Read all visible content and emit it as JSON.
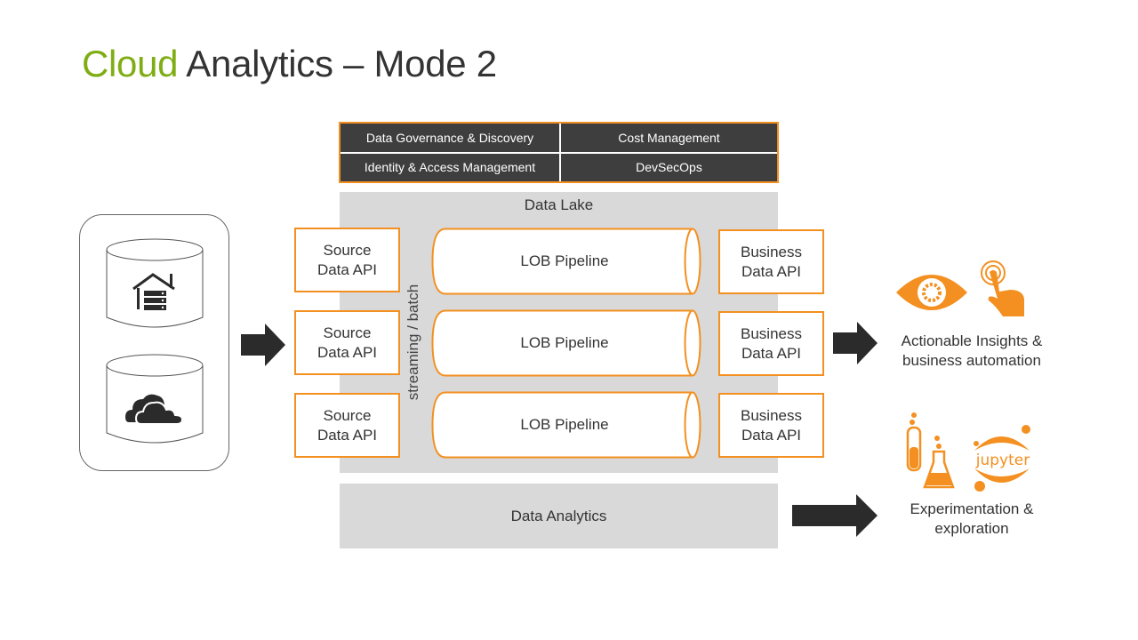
{
  "title": {
    "accent": "Cloud",
    "rest": " Analytics – Mode 2"
  },
  "colors": {
    "accent_green": "#7fad14",
    "orange": "#f39021",
    "dark": "#3e3e3e",
    "lake_gray": "#d9d9d9"
  },
  "governance": {
    "cells": [
      "Data Governance & Discovery",
      "Cost Management",
      "Identity & Access Management",
      "DevSecOps"
    ]
  },
  "data_lake": {
    "title": "Data Lake",
    "vertical_label": "streaming / batch",
    "rows": [
      {
        "source": [
          "Source",
          "Data API"
        ],
        "pipeline": "LOB Pipeline",
        "business": [
          "Business",
          "Data API"
        ]
      },
      {
        "source": [
          "Source",
          "Data API"
        ],
        "pipeline": "LOB Pipeline",
        "business": [
          "Business",
          "Data API"
        ]
      },
      {
        "source": [
          "Source",
          "Data API"
        ],
        "pipeline": "LOB Pipeline",
        "business": [
          "Business",
          "Data API"
        ]
      }
    ]
  },
  "data_analytics": {
    "label": "Data Analytics"
  },
  "sources": {
    "icons": [
      "on-premises-server-icon",
      "cloud-icon"
    ]
  },
  "outcomes": [
    {
      "icons": [
        "eye-gear-icon",
        "touch-hand-icon"
      ],
      "lines": [
        "Actionable Insights &",
        "business automation"
      ]
    },
    {
      "icons": [
        "test-tube-icon",
        "flask-icon",
        "jupyter-logo"
      ],
      "lines": [
        "Experimentation &",
        "exploration"
      ],
      "logo_text": "jupyter"
    }
  ]
}
